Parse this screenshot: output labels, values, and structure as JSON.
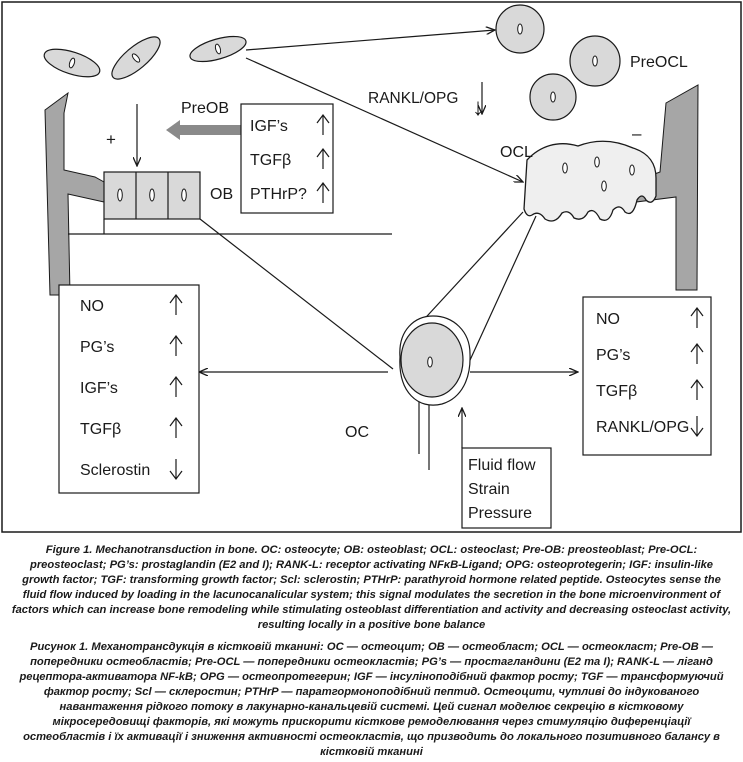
{
  "figure": {
    "labels": {
      "preob": "PreOB",
      "plus": "+",
      "ob": "OB",
      "preocl": "PreOCL",
      "rankl_opg": "RANKL/OPG",
      "ocl": "OCL",
      "minus": "–",
      "oc": "OC"
    },
    "arrow_glyphs": {
      "up": "↑",
      "down": "↓"
    },
    "ob_factors": [
      {
        "name": "IGF’s",
        "trend": "up"
      },
      {
        "name": "TGFβ",
        "trend": "up"
      },
      {
        "name": "PTHrP?",
        "trend": "up"
      }
    ],
    "left_factors": [
      {
        "name": "NO",
        "trend": "up"
      },
      {
        "name": "PG’s",
        "trend": "up"
      },
      {
        "name": "IGF’s",
        "trend": "up"
      },
      {
        "name": "TGFβ",
        "trend": "up"
      },
      {
        "name": "Sclerostin",
        "trend": "down"
      }
    ],
    "right_factors": [
      {
        "name": "NO",
        "trend": "up"
      },
      {
        "name": "PG’s",
        "trend": "up"
      },
      {
        "name": "TGFβ",
        "trend": "up"
      },
      {
        "name": "RANKL/OPG",
        "trend": "down"
      }
    ],
    "stimuli": [
      "Fluid flow",
      "Strain",
      "Pressure"
    ],
    "colors": {
      "cell_fill": "#d9d9d9",
      "ocl_fill": "#efefef",
      "outline": "#1a1a1a",
      "side_arrow": "#8a8a8a",
      "big_arrow": "#a6a6a6"
    }
  },
  "caption_en": "Figure 1. Mechanotransduction in bone. OC: osteocyte; OB: osteoblast; OCL: osteoclast; Pre-OB: preosteoblast; Pre-OCL: preosteoclast; PG’s: prostaglandin (E2 and I); RANK-L: receptor activating NFκB-Ligand; OPG: osteoprotegerin; IGF: insulin-like growth factor; TGF: transforming growth factor; Scl: sclerostin; PTHrP: parathyroid hormone related peptide. Osteocytes sense the fluid flow induced by loading in the lacunocanalicular system; this signal modulates the secretion in the bone microenvironment of factors which can increase bone remodeling while stimulating osteoblast differentiation and activity and decreasing osteoclast activity, resulting locally in a positive bone balance",
  "caption_ua": "Рисунок 1. Механотрансдукція в кістковій тканині: OC — остеоцит; OB — остеобласт; OCL — остеокласт; Pre-OB — попередники остеобластів; Pre-OCL — попередники остеокластів; PG’s — простагландини (E2 та I); RANK-L — ліганд рецептора-активатора NF-kB; OPG — остеопротегерин; IGF — інсуліноподібний фактор росту; TGF — трансформуючий фактор росту; Scl — склеростин; PTHrP — паратгормоноподібний пептид. Остеоцити, чутливі до індукованого навантаження рідкого потоку в лакунарно-канальцевій системі. Цей сигнал моделює секрецію в кістковому мікросередовищі факторів, які можуть прискорити кісткове ремоделювання через стимуляцію диференціації остеобластів і їх активації і зниження активності остеокластів, що призводить до локального позитивного балансу в кістковій тканині"
}
